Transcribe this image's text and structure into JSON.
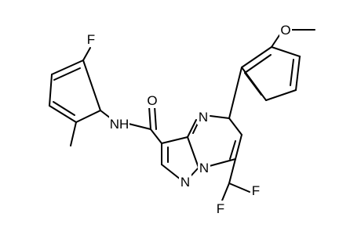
{
  "structure": {
    "atom_labels": {
      "fluoro_aryl": "F",
      "carbonyl_oxygen": "O",
      "methoxy_oxygen": "O",
      "amide_nh": "NH",
      "pyrimidine_n": "N",
      "bridgehead_n": "N",
      "pyrazole_n": "N",
      "difluoro_f1": "F",
      "difluoro_f2": "F"
    }
  }
}
